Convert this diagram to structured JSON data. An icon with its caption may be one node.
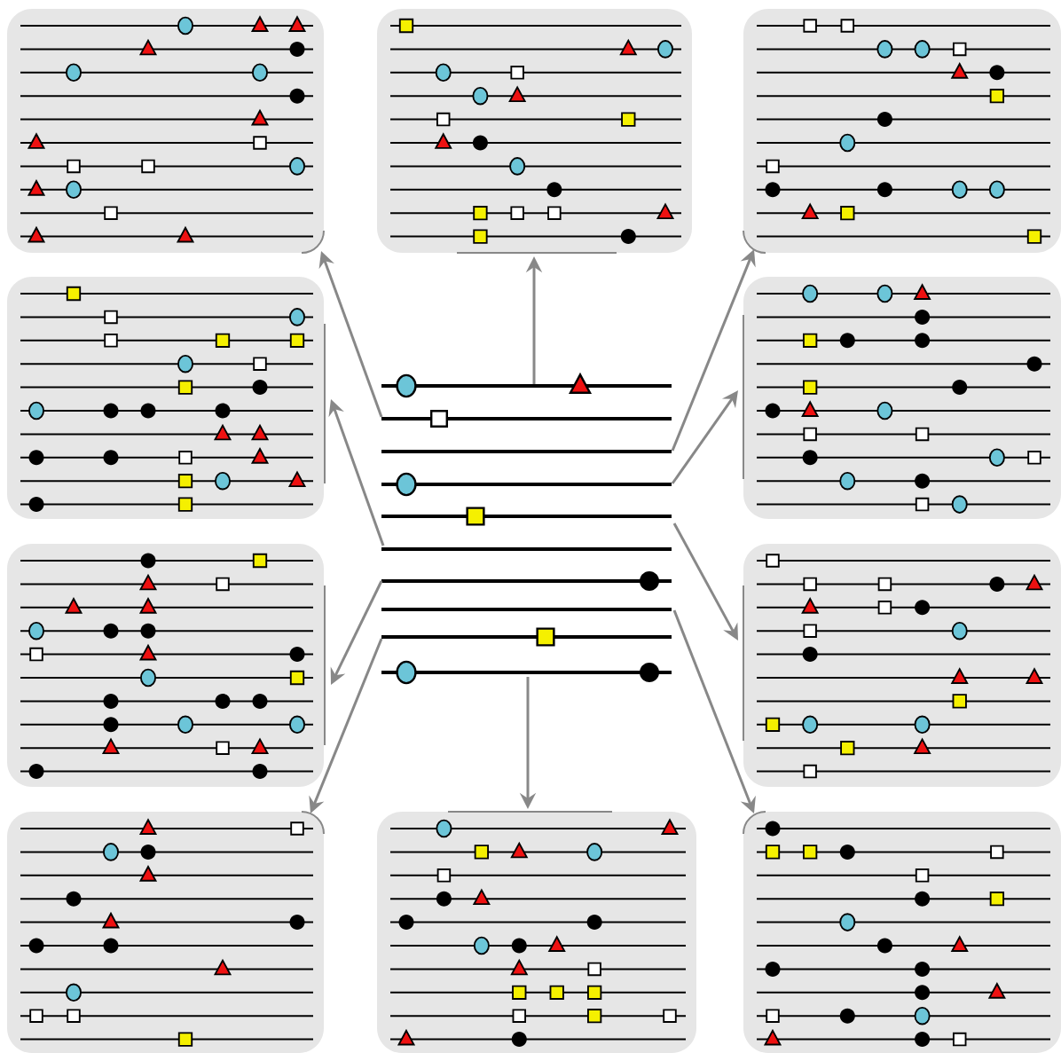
{
  "diagram": {
    "nodes": [
      {
        "text": [],
        "shape": "box"
      },
      {
        "text": [],
        "shape": "box"
      },
      {
        "text": [],
        "shape": "box"
      },
      {
        "text": [],
        "shape": "box"
      },
      {
        "text": [],
        "shape": "picture"
      },
      {
        "text": [],
        "shape": "box"
      },
      {
        "text": [],
        "shape": "box"
      },
      {
        "text": [],
        "shape": "box"
      },
      {
        "text": [],
        "shape": "box"
      },
      {
        "text": [],
        "shape": "box"
      },
      {
        "text": [],
        "shape": "box"
      }
    ],
    "edges": [
      {
        "from": 4,
        "to": 0,
        "arrow": "to"
      },
      {
        "from": 4,
        "to": 1,
        "arrow": "to"
      },
      {
        "from": 4,
        "to": 2,
        "arrow": "to"
      },
      {
        "from": 4,
        "to": 3,
        "arrow": "to"
      },
      {
        "from": 4,
        "to": 5,
        "arrow": "to"
      },
      {
        "from": 4,
        "to": 6,
        "arrow": "to"
      },
      {
        "from": 4,
        "to": 7,
        "arrow": "to"
      },
      {
        "from": 4,
        "to": 8,
        "arrow": "to"
      },
      {
        "from": 4,
        "to": 9,
        "arrow": "to"
      },
      {
        "from": 4,
        "to": 10,
        "arrow": "to"
      }
    ]
  }
}
